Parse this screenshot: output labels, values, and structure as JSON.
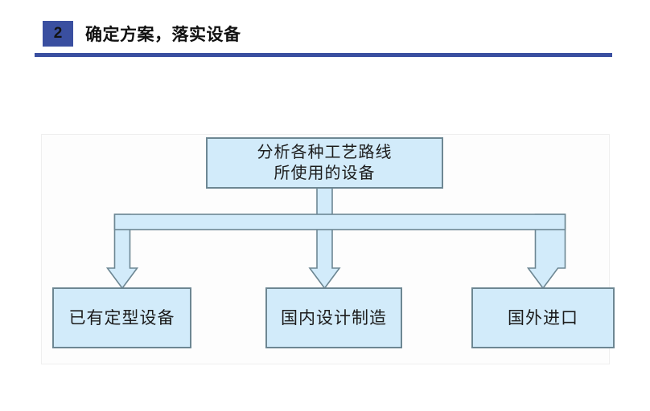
{
  "header": {
    "number": "2",
    "title": "确定方案，落实设备",
    "accent_color": "#3a4fa0",
    "divider_color": "#3a4fa0"
  },
  "diagram": {
    "type": "tree-flowchart",
    "orientation": "top-down",
    "box_fill": "#d2ebfa",
    "box_border": "#6d8793",
    "connector_fill": "#d2ebfa",
    "connector_border": "#6d8793",
    "root": {
      "id": "node-top",
      "line1": "分析各种工艺路线",
      "line2": "所使用的设备"
    },
    "children": [
      {
        "id": "node-existing",
        "label": "已有定型设备"
      },
      {
        "id": "node-domestic",
        "label": "国内设计制造"
      },
      {
        "id": "node-imported",
        "label": "国外进口"
      }
    ]
  }
}
